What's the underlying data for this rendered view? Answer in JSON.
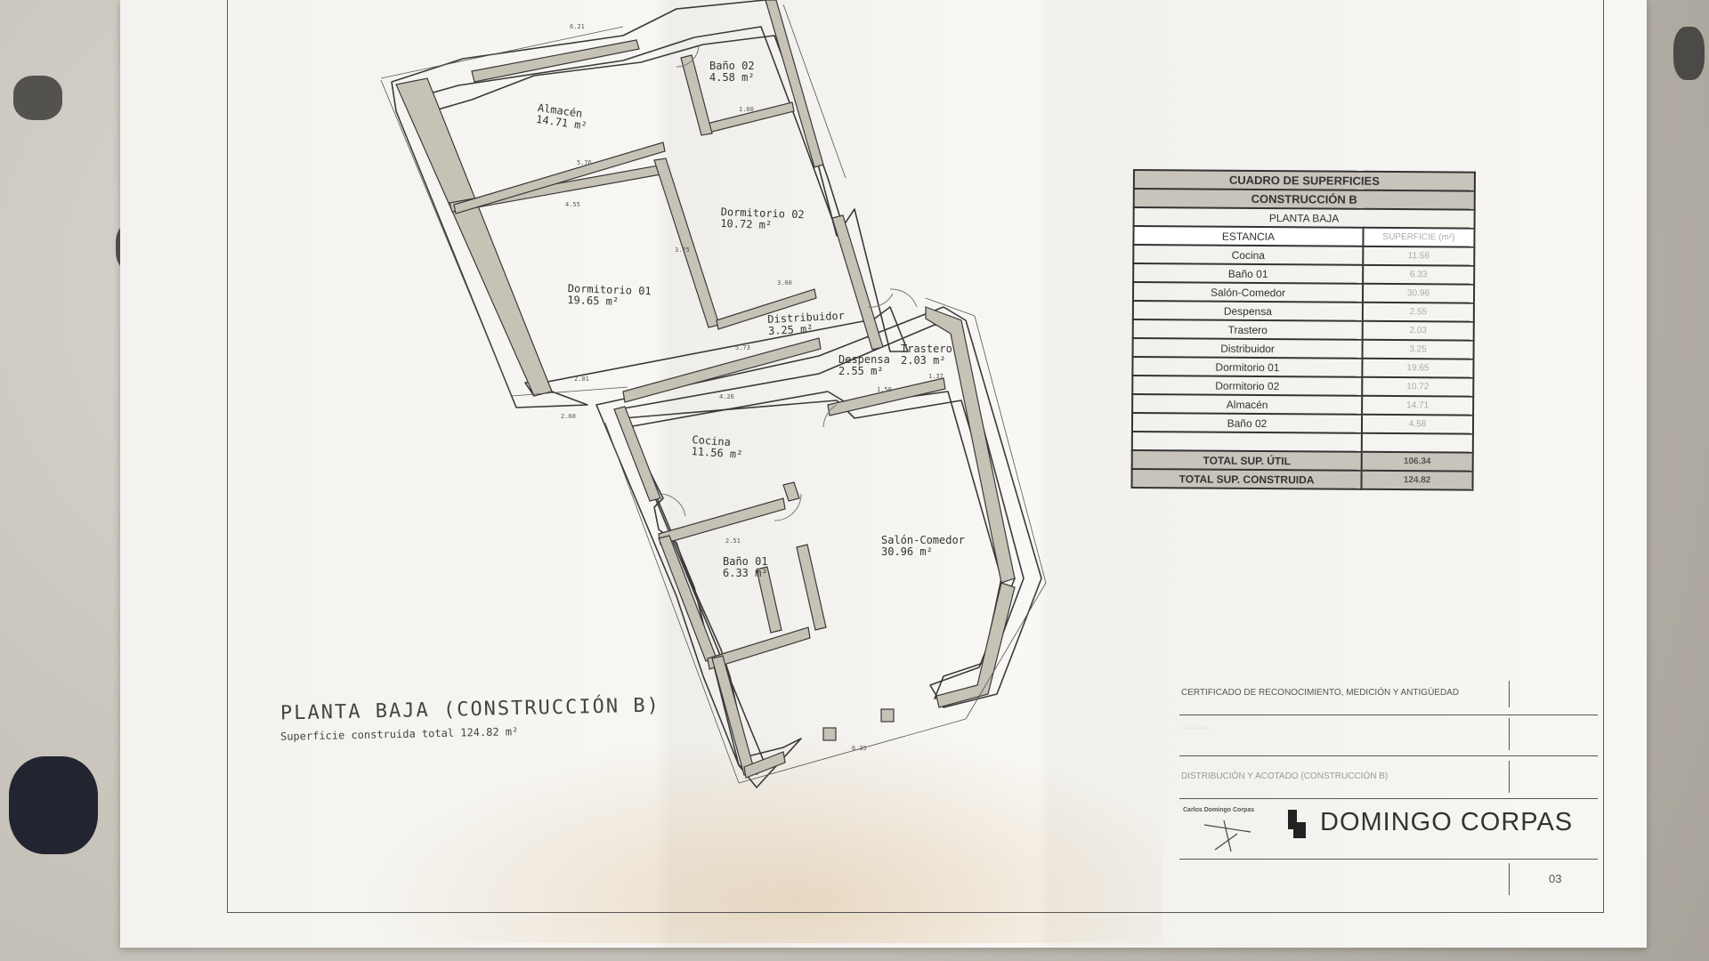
{
  "rooms": [
    {
      "id": "almacen",
      "name": "Almacén",
      "area": "14.71 m²"
    },
    {
      "id": "bano02",
      "name": "Baño 02",
      "area": "4.58 m²"
    },
    {
      "id": "dormitorio02",
      "name": "Dormitorio 02",
      "area": "10.72 m²"
    },
    {
      "id": "dormitorio01",
      "name": "Dormitorio 01",
      "area": "19.65 m²"
    },
    {
      "id": "distribuidor",
      "name": "Distribuidor",
      "area": "3.25 m²"
    },
    {
      "id": "despensa",
      "name": "Despensa",
      "area": "2.55 m²"
    },
    {
      "id": "trastero",
      "name": "Trastero",
      "area": "2.03 m²"
    },
    {
      "id": "cocina",
      "name": "Cocina",
      "area": "11.56 m²"
    },
    {
      "id": "bano01",
      "name": "Baño 01",
      "area": "6.33 m²"
    },
    {
      "id": "salon",
      "name": "Salón-Comedor",
      "area": "30.96 m²"
    }
  ],
  "plan": {
    "title": "PLANTA BAJA (CONSTRUCCIÓN B)",
    "subtitle": "Superficie construida total 124.82 m²"
  },
  "dimensions": [
    "6.21",
    "1.60",
    "5.76",
    "4.55",
    "3.75",
    "3.00",
    "5.73",
    "4.26",
    "1.50",
    "1.37",
    "2.51",
    "2.01",
    "2.60",
    "6.35"
  ],
  "table": {
    "title": "CUADRO DE SUPERFICIES",
    "subtitle": "CONSTRUCCIÓN B",
    "floor": "PLANTA BAJA",
    "col_room": "ESTANCIA",
    "col_area": "SUPERFICIE (m²)",
    "rows": [
      {
        "room": "Cocina",
        "area": "11.56"
      },
      {
        "room": "Baño 01",
        "area": "6.33"
      },
      {
        "room": "Salón-Comedor",
        "area": "30.96"
      },
      {
        "room": "Despensa",
        "area": "2.55"
      },
      {
        "room": "Trastero",
        "area": "2.03"
      },
      {
        "room": "Distribuidor",
        "area": "3.25"
      },
      {
        "room": "Dormitorio 01",
        "area": "19.65"
      },
      {
        "room": "Dormitorio 02",
        "area": "10.72"
      },
      {
        "room": "Almacén",
        "area": "14.71"
      },
      {
        "room": "Baño 02",
        "area": "4.58"
      }
    ],
    "total_util_label": "TOTAL SUP. ÚTIL",
    "total_util_value": "106.34",
    "total_const_label": "TOTAL SUP. CONSTRUIDA",
    "total_const_value": "124.82"
  },
  "titleblock": {
    "certificate": "CERTIFICADO DE RECONOCIMIENTO, MEDICIÓN Y ANTIGÜEDAD",
    "drawing": "DISTRIBUCIÓN Y ACOTADO (CONSTRUCCIÓN B)",
    "signer": "Carlos Domingo Corpas",
    "brand": "DOMINGO CORPAS",
    "sheet": "03"
  },
  "colors": {
    "wall_fill": "#c7c2b6",
    "line": "#3a3a3a",
    "paper": "#f6f5f1"
  }
}
